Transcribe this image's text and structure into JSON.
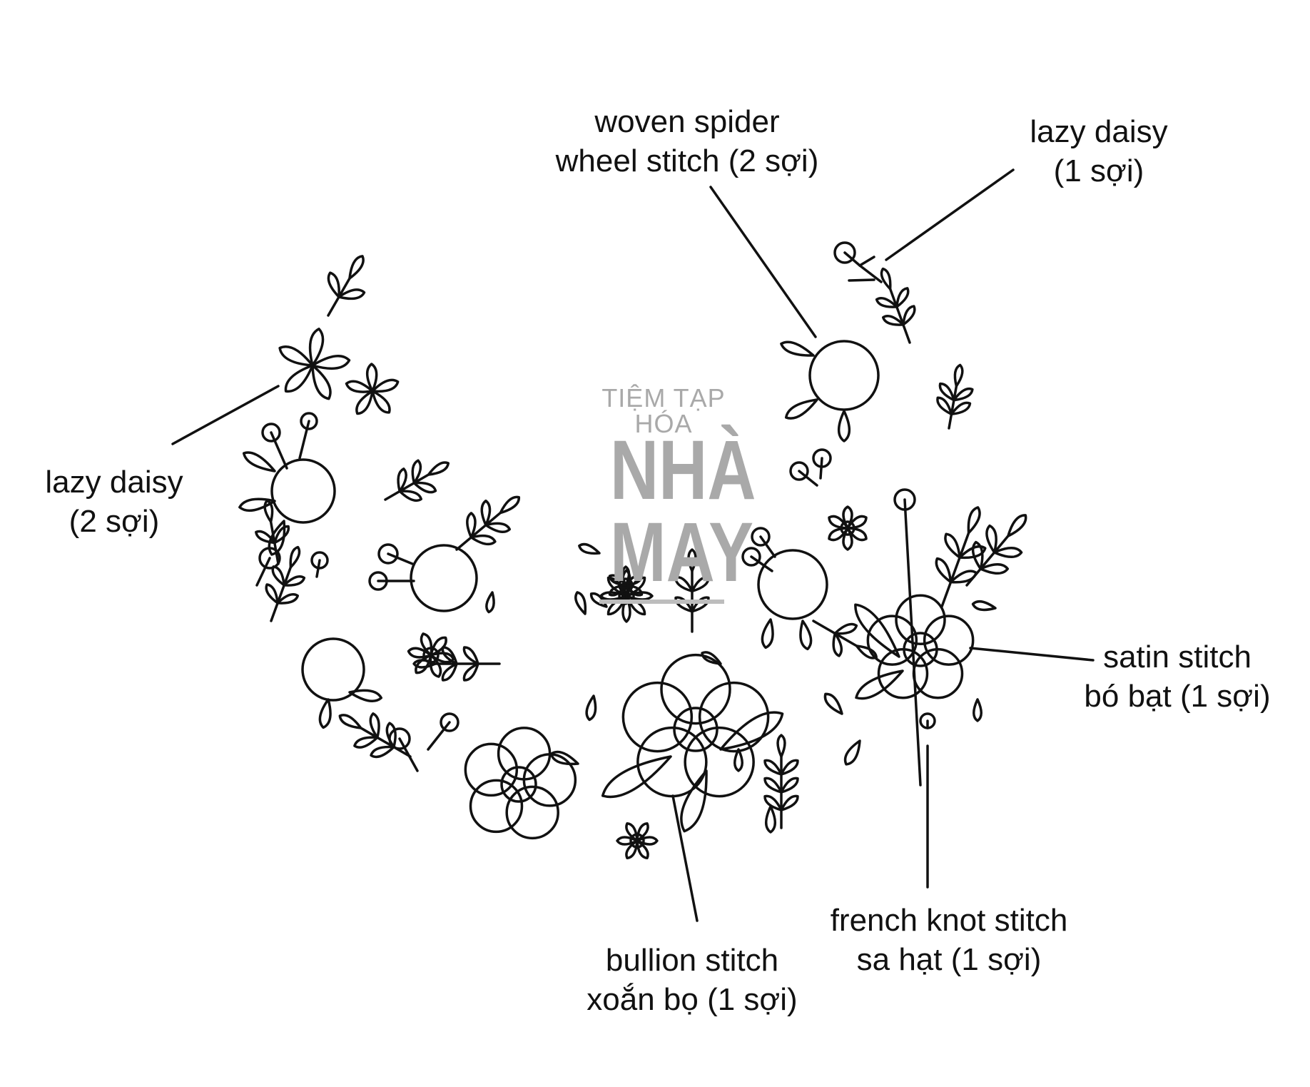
{
  "labels": {
    "spider_wheel": [
      "woven spider",
      "wheel stitch (2 sợi)"
    ],
    "lazy_daisy_top": [
      "lazy daisy",
      "(1 sợi)"
    ],
    "lazy_daisy_left": [
      "lazy daisy",
      "(2 sợi)"
    ],
    "satin": [
      "satin stitch",
      "bó bạt (1 sợi)"
    ],
    "french_knot": [
      "french knot stitch",
      "sa hạt (1 sợi)"
    ],
    "bullion": [
      "bullion stitch",
      "xoắn bọ (1 sợi)"
    ]
  },
  "watermark": {
    "line1": "TIỆM TẠP HÓA",
    "line2": "NHÀ",
    "line3": "MAY"
  },
  "colors": {
    "ink": "#111111",
    "watermark": "#a9a9a9",
    "background": "#ffffff"
  }
}
